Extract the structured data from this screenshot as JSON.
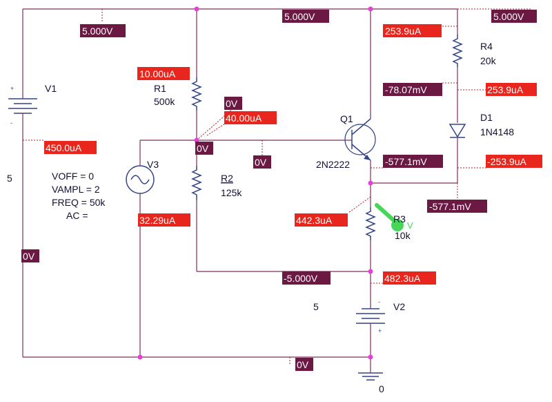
{
  "colors": {
    "voltage_badge": "#6b1843",
    "current_badge": "#e8261d",
    "wire": "#7a2f5c",
    "component": "#334488",
    "junction": "#e43fd8",
    "probe_marker": "#45d65a"
  },
  "components": {
    "V1": {
      "ref": "V1",
      "value": "5"
    },
    "V2": {
      "ref": "V2",
      "value": "5"
    },
    "V3": {
      "ref": "V3",
      "params": [
        "VOFF = 0",
        "VAMPL = 2",
        "FREQ = 50k",
        "AC ="
      ]
    },
    "R1": {
      "ref": "R1",
      "value": "500k"
    },
    "R2": {
      "ref": "R2",
      "value": "125k"
    },
    "R3": {
      "ref": "R3",
      "value": "10k"
    },
    "R4": {
      "ref": "R4",
      "value": "20k"
    },
    "Q1": {
      "ref": "Q1",
      "value": "2N2222"
    },
    "D1": {
      "ref": "D1",
      "value": "1N4148"
    },
    "gnd": {
      "label": "0"
    }
  },
  "voltages": {
    "v1_top": "5.000V",
    "top_rail": "5.000V",
    "top_right": "5.000V",
    "base_0v": "0V",
    "v3_node": "0V",
    "base_wire": "0V",
    "left_rail": "0V",
    "bottom_rail": "0V",
    "r4_bottom": "-78.07mV",
    "emitter": "-577.1mV",
    "d1_bottom": "-577.1mV",
    "neg_rail": "-5.000V"
  },
  "currents": {
    "r4_top": "253.9uA",
    "r4_side": "253.9uA",
    "d1_current": "-253.9uA",
    "r1": "10.00uA",
    "r1_base": "40.00uA",
    "v1": "450.0uA",
    "v3": "32.29uA",
    "r3": "442.3uA",
    "v2": "482.3uA"
  },
  "probe": {
    "marker_label": "V"
  }
}
